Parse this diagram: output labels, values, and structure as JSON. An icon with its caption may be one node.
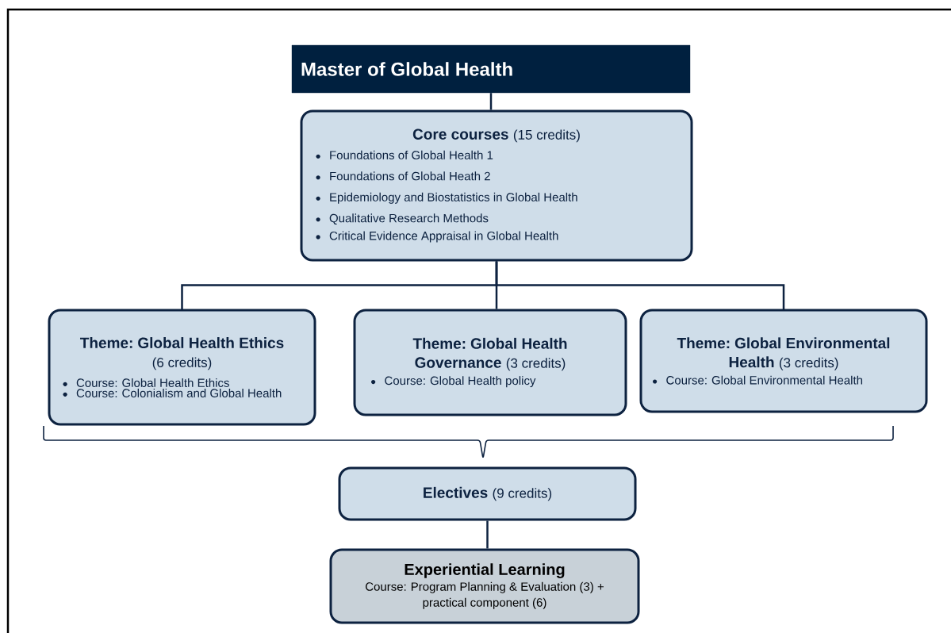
{
  "diagram": {
    "nodes": [
      {
        "text": [
          "Master of Global Health"
        ]
      },
      {
        "text": [
          "Core courses",
          "(15 credits)",
          "Foundations of Global Health 1",
          "Foundations of Global Heath 2",
          "Epidemiology and Biostatistics in Global Health",
          "Qualitative Research Methods",
          "Critical Evidence Appraisal in Global Health"
        ]
      },
      {
        "text": [
          "Theme: Global Health Ethics",
          "(6 credits)",
          "Course: Global Health Ethics",
          "Course: Colonialism and Global Health"
        ]
      },
      {
        "text": [
          "Theme: Global Health Governance",
          "(3 credits)",
          "Course: Global Health policy"
        ]
      },
      {
        "text": [
          "Theme: Global Environmental Health",
          "(3 credits)",
          "Course: Global Environmental Health"
        ]
      },
      {
        "text": [
          "Electives",
          "(9 credits)"
        ]
      },
      {
        "text": [
          "Experiential Learning",
          "Course: Program Planning & Evaluation (3) + practical component (6)"
        ]
      }
    ],
    "edges": [
      {
        "from": 0,
        "to": 1,
        "arrow": "none"
      },
      {
        "from": 1,
        "to": 2,
        "arrow": "none"
      },
      {
        "from": 1,
        "to": 3,
        "arrow": "none"
      },
      {
        "from": 1,
        "to": 4,
        "arrow": "none"
      },
      {
        "from": 5,
        "to": 6,
        "arrow": "none"
      }
    ]
  }
}
